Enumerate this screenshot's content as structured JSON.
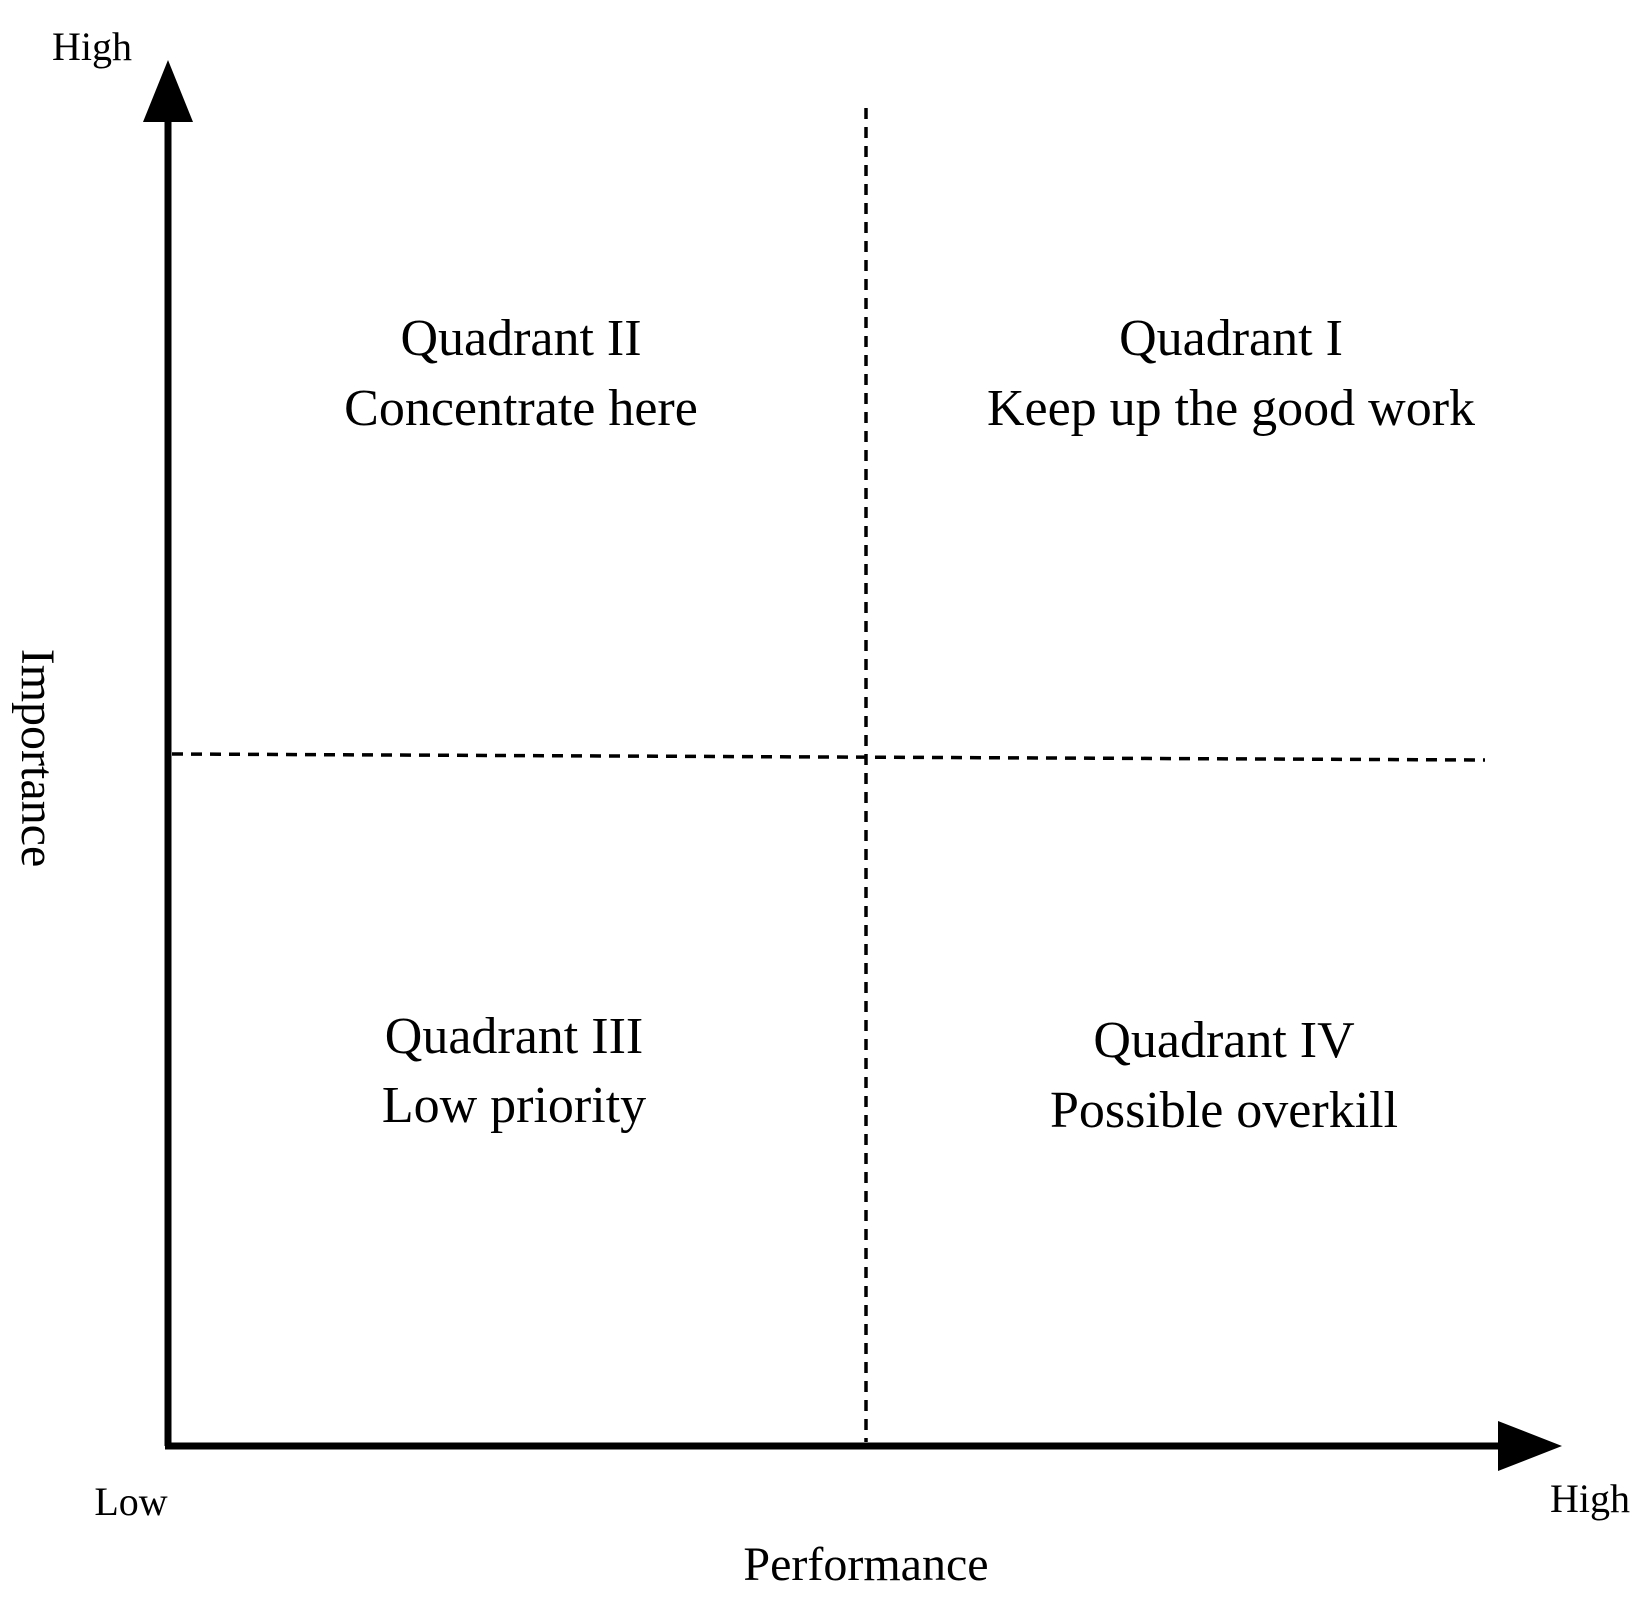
{
  "y_axis": {
    "high_label": "High",
    "title": "Importance"
  },
  "x_axis": {
    "low_label": "Low",
    "high_label": "High",
    "title": "Performance"
  },
  "quadrants": {
    "q1": {
      "name": "Quadrant I",
      "action": "Keep up the good work"
    },
    "q2": {
      "name": "Quadrant II",
      "action": "Concentrate here"
    },
    "q3": {
      "name": "Quadrant III",
      "action": "Low priority"
    },
    "q4": {
      "name": "Quadrant IV",
      "action": "Possible overkill"
    }
  },
  "colors": {
    "ink": "#000000",
    "background": "#ffffff"
  }
}
